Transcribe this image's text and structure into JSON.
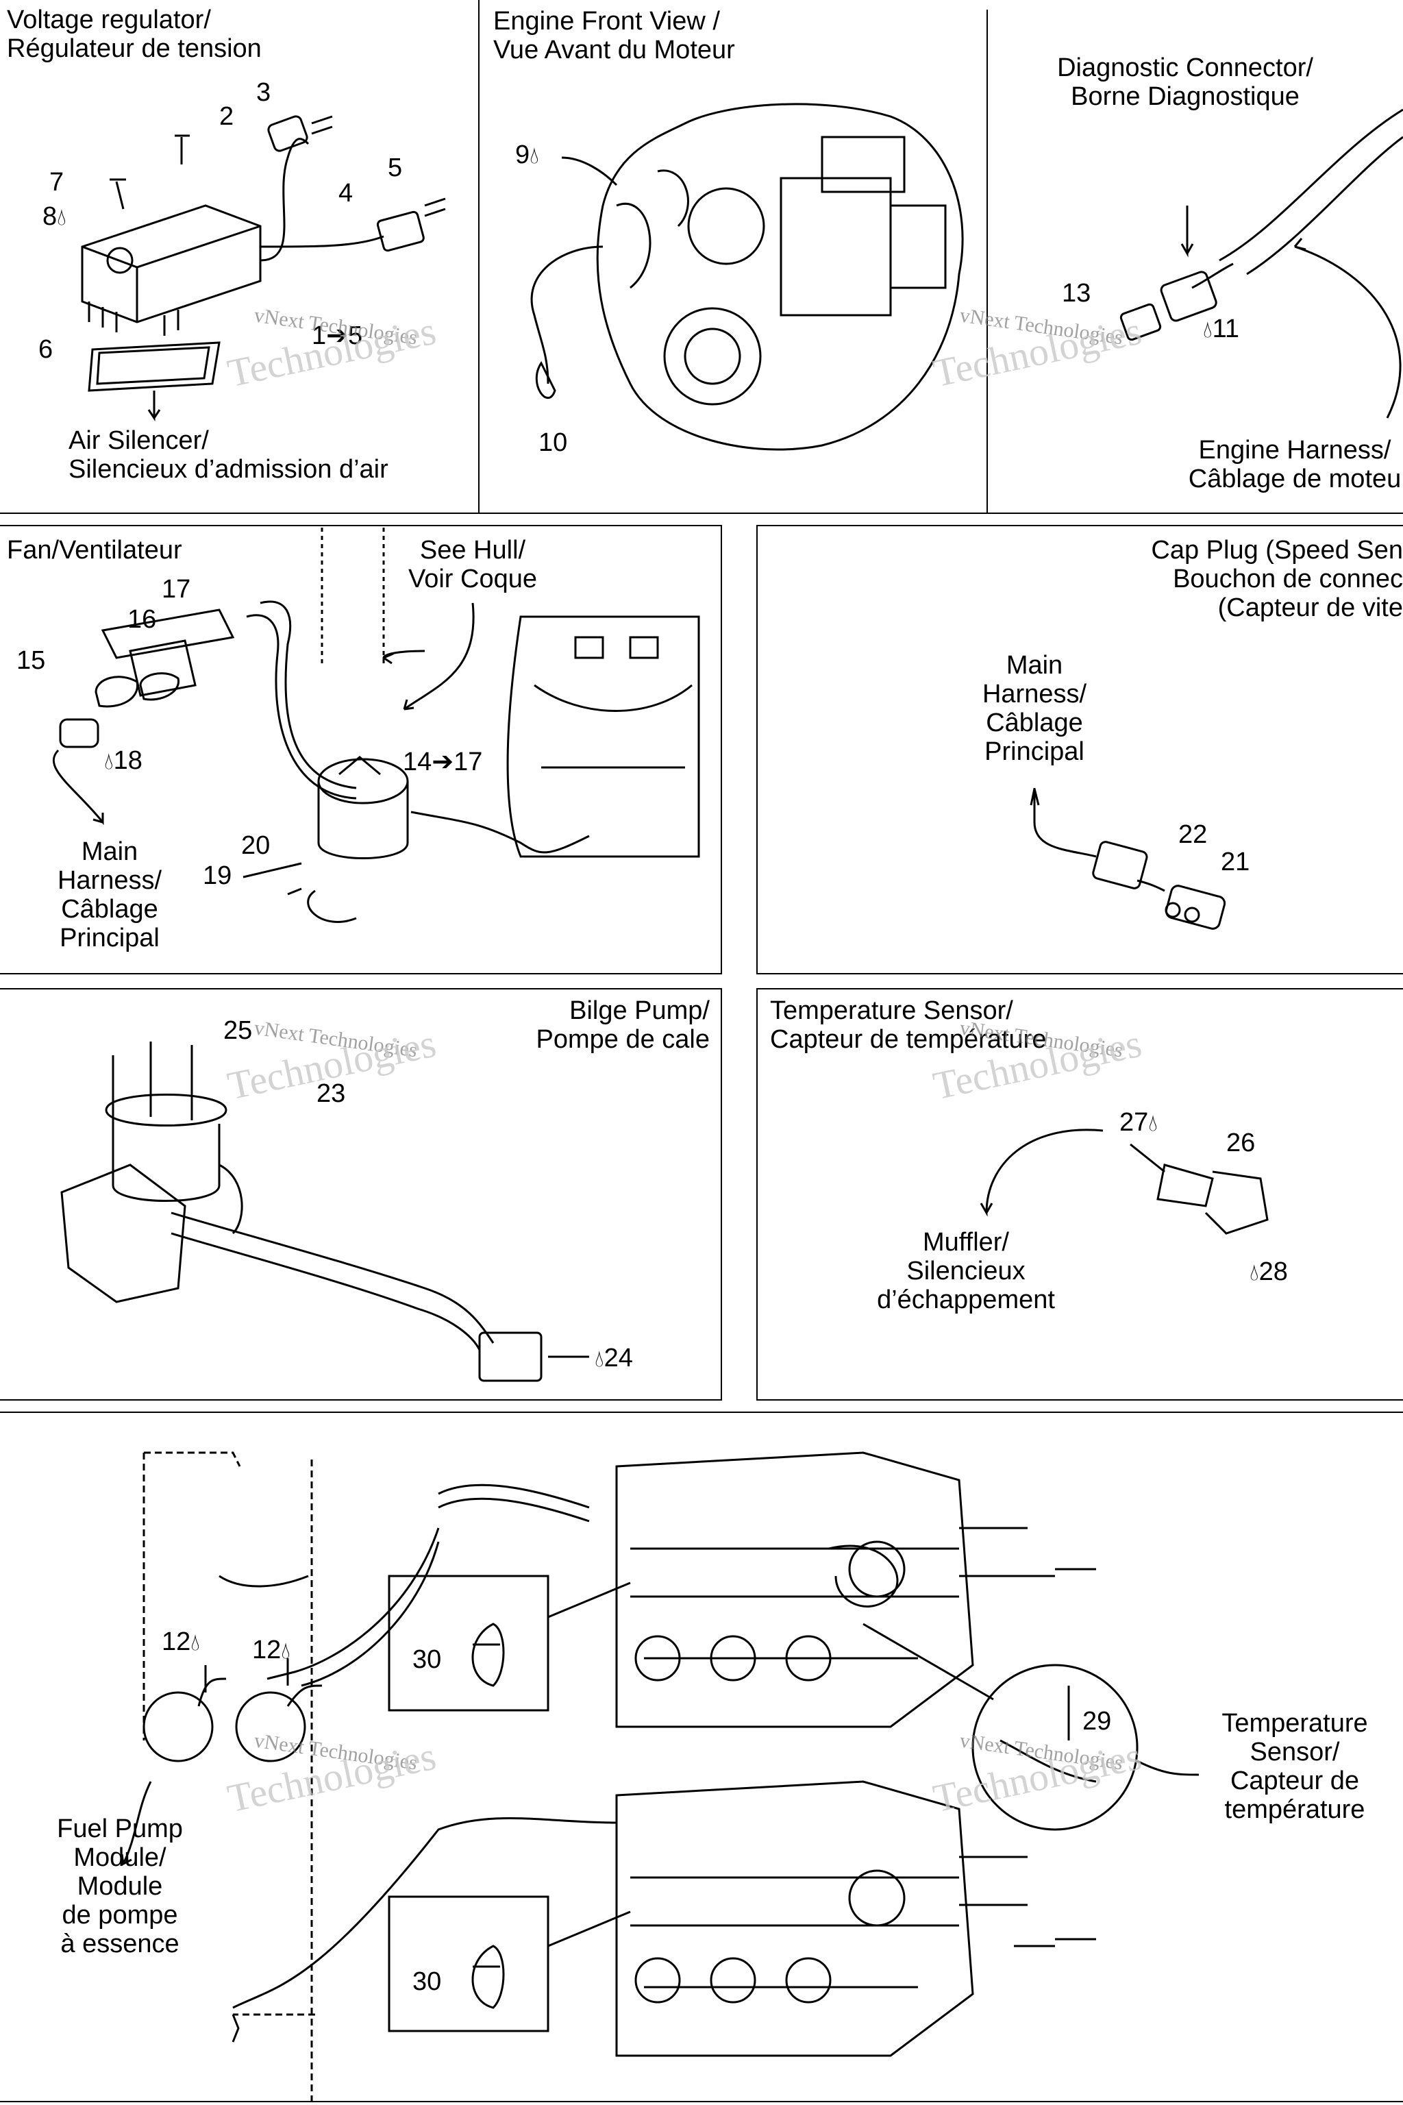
{
  "panels": {
    "voltage_regulator": {
      "title": [
        "Voltage regulator/",
        "Régulateur de tension"
      ],
      "air_silencer": [
        "Air Silencer/",
        "Silencieux d’admission d’air"
      ],
      "callouts": [
        "1➔5",
        "2",
        "3",
        "4",
        "5",
        "6",
        "7",
        "8"
      ]
    },
    "engine_front": {
      "title": [
        "Engine Front View /",
        "Vue Avant du Moteur"
      ],
      "callouts": [
        "9",
        "10"
      ]
    },
    "diagnostic": {
      "title": [
        "Diagnostic Connector/",
        "Borne Diagnostique"
      ],
      "engine_harness": [
        "Engine Harness/",
        "Câblage de moteu"
      ],
      "callouts": [
        "11",
        "13"
      ]
    },
    "fan": {
      "title": "Fan/Ventilateur",
      "see_hull": [
        "See Hull/",
        "Voir Coque"
      ],
      "main_harness": [
        "Main",
        "Harness/",
        "Câblage",
        "Principal"
      ],
      "callouts": [
        "14➔17",
        "15",
        "16",
        "17",
        "18",
        "19",
        "20"
      ]
    },
    "cap_plug": {
      "title": [
        "Cap Plug (Speed Sen",
        "Bouchon de  connec",
        "(Capteur de vite"
      ],
      "main_harness": [
        "Main",
        "Harness/",
        "Câblage",
        "Principal"
      ],
      "callouts": [
        "21",
        "22"
      ]
    },
    "bilge_pump": {
      "title": [
        "Bilge Pump/",
        "Pompe de cale"
      ],
      "callouts": [
        "23",
        "24",
        "25"
      ]
    },
    "temperature_sensor": {
      "title": [
        "Temperature Sensor/",
        "Capteur de température"
      ],
      "muffler": [
        "Muffler/",
        "Silencieux",
        "d’échappement"
      ],
      "callouts": [
        "26",
        "27",
        "28"
      ]
    },
    "bottom": {
      "fuel_pump": [
        "Fuel Pump",
        "Module/",
        "Module",
        "de pompe",
        "à essence"
      ],
      "temp_sensor": [
        "Temperature",
        "Sensor/",
        "Capteur de",
        "température"
      ],
      "callouts": [
        "12",
        "12",
        "29",
        "30",
        "30"
      ]
    }
  },
  "watermark": {
    "line1": "vNext Technologies",
    "line2": "Technologies"
  },
  "icons": {
    "sealant": "drop-icon",
    "range_arrow": "right-arrow-icon"
  }
}
